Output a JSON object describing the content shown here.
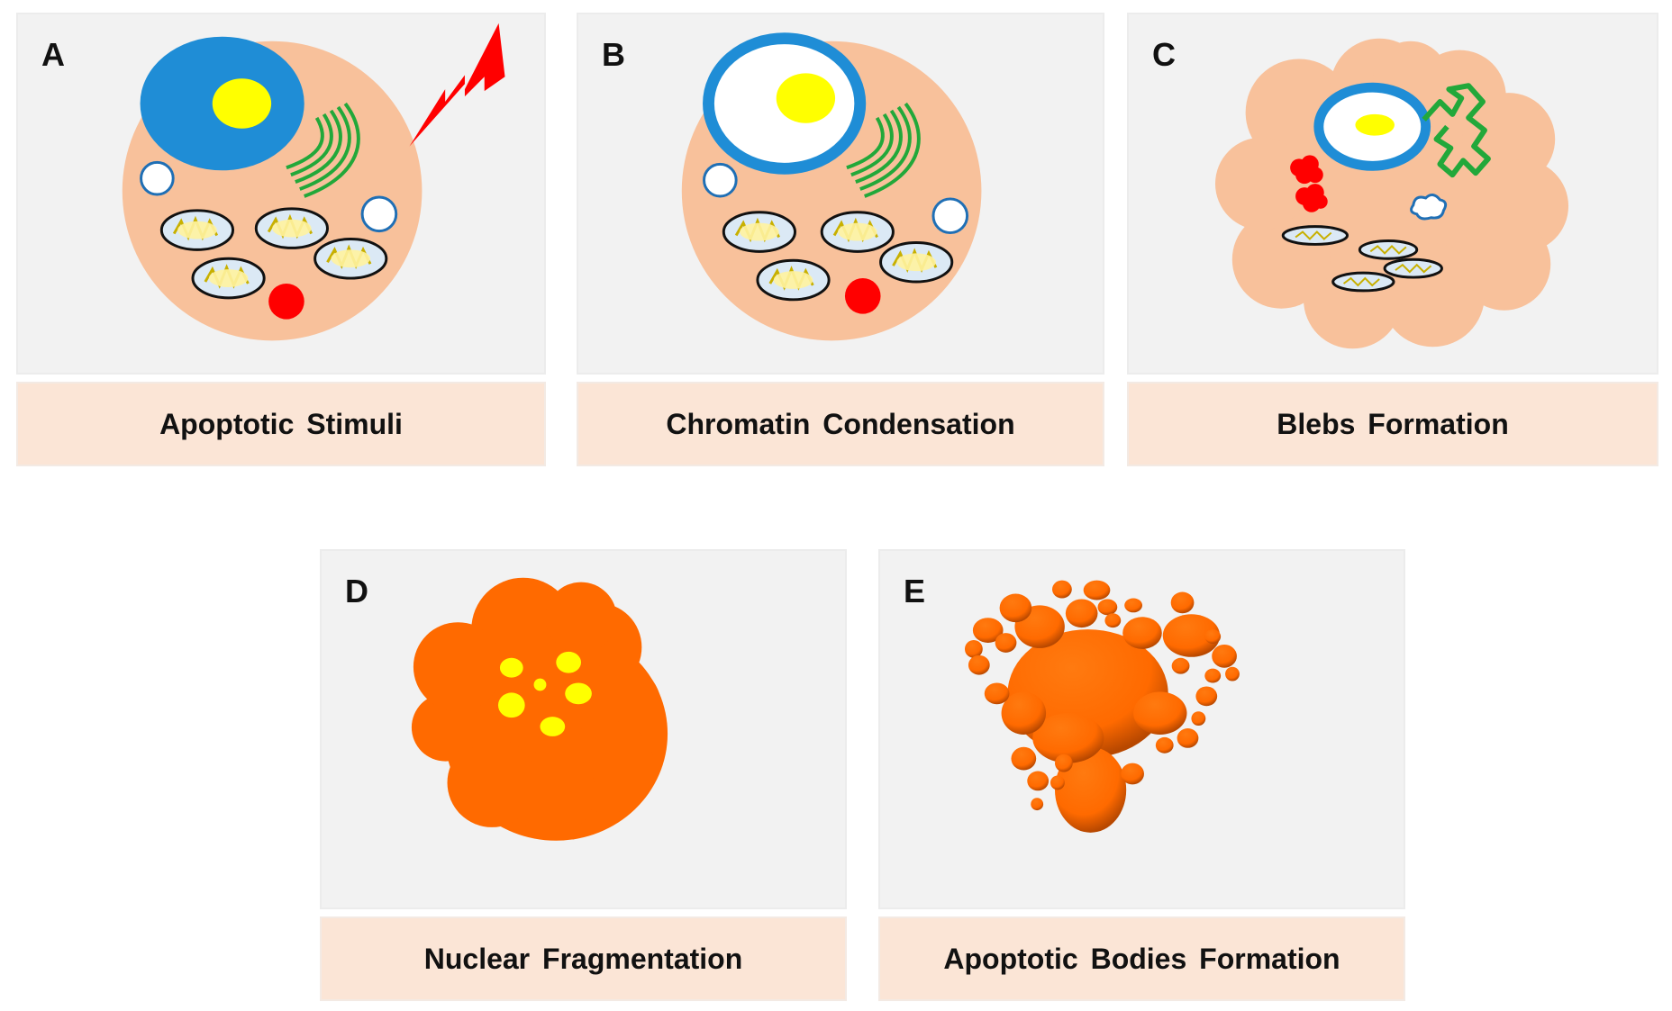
{
  "panels": [
    {
      "letter": "A",
      "caption": "Apoptotic Stimuli"
    },
    {
      "letter": "B",
      "caption": "Chromatin Condensation"
    },
    {
      "letter": "C",
      "caption": "Blebs Formation"
    },
    {
      "letter": "D",
      "caption": "Nuclear Fragmentation"
    },
    {
      "letter": "E",
      "caption": "Apoptotic Bodies Formation"
    }
  ],
  "colors": {
    "panel_background": "#f2f2f2",
    "caption_background": "#fbe5d6",
    "cytoplasm": "#f8c19b",
    "nucleus": "#1f8dd6",
    "nucleolus": "#ffff00",
    "golgi": "#22a83a",
    "lysosome": "#ff0000",
    "mitochondria_fill": "#dbe9f5",
    "cristae": "#fff3a0",
    "vesicle": "#ffffff",
    "stimulus_bolt": "#ff0000",
    "apoptotic_body": "#ff6a00"
  },
  "icons": [
    "lightning-bolt-icon"
  ]
}
